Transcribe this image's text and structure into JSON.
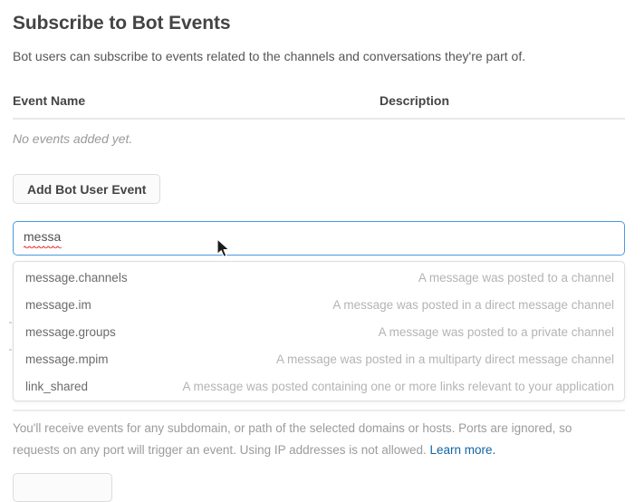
{
  "header": {
    "title": "Subscribe to Bot Events",
    "subtitle": "Bot users can subscribe to events related to the channels and conversations they're part of."
  },
  "events_table": {
    "columns": {
      "event_name": "Event Name",
      "description": "Description"
    },
    "empty_message": "No events added yet."
  },
  "actions": {
    "add_bot_user_event": "Add Bot User Event"
  },
  "search": {
    "value": "messa",
    "placeholder": "",
    "spellcheck_error": true
  },
  "dropdown": {
    "options": [
      {
        "name": "message.channels",
        "description": "A message was posted to a channel"
      },
      {
        "name": "message.im",
        "description": "A message was posted in a direct message channel"
      },
      {
        "name": "message.groups",
        "description": "A message was posted to a private channel"
      },
      {
        "name": "message.mpim",
        "description": "A message was posted in a multiparty direct message channel"
      },
      {
        "name": "link_shared",
        "description": "A message was posted containing one or more links relevant to your application"
      }
    ]
  },
  "footer": {
    "note": "You'll receive events for any subdomain, or path of the selected domains or hosts. Ports are ignored, so requests on any port will trigger an event. Using IP addresses is not allowed. ",
    "learn_more": "Learn more."
  },
  "colors": {
    "accent_focus": "#4a9ae0",
    "link": "#1264a3",
    "text_primary": "#444444",
    "text_muted": "#9b9b9b",
    "spellcheck": "#e02020"
  }
}
